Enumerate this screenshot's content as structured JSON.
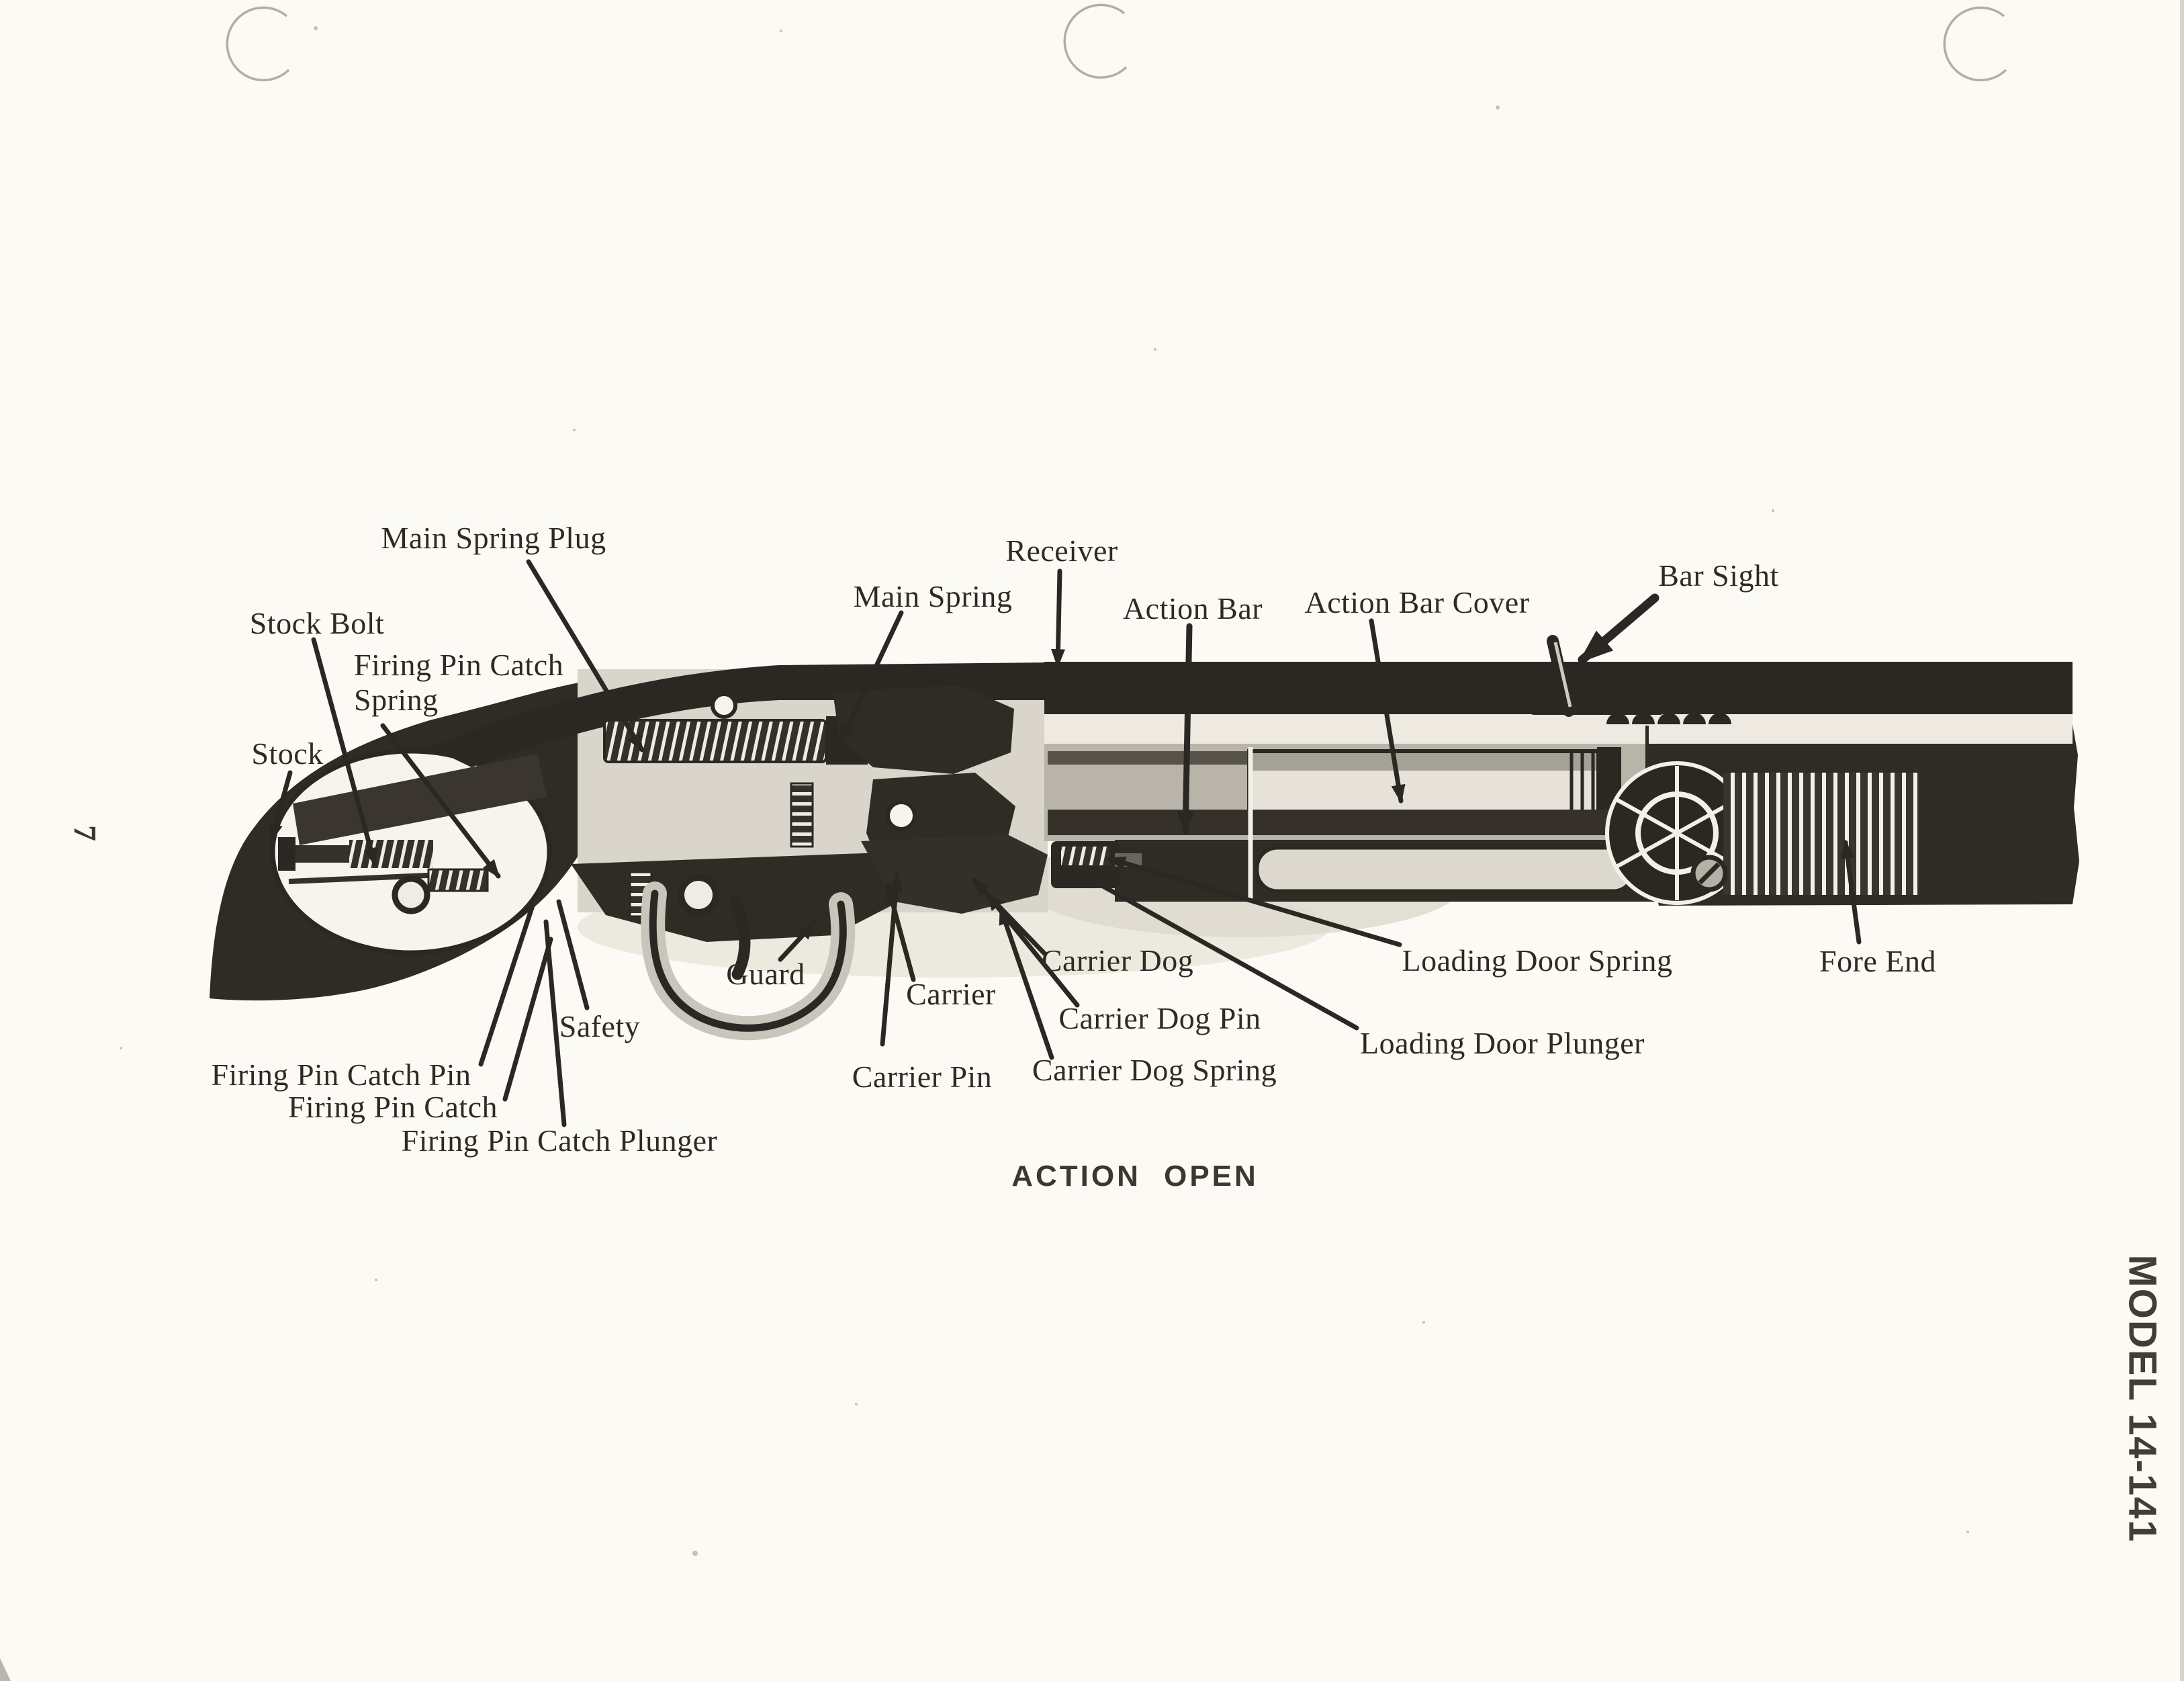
{
  "page": {
    "page_number": "7",
    "vertical_model_label": "MODEL 14-141",
    "caption": "ACTION OPEN",
    "paper_color": "#fbfaf5",
    "ink_color": "#2b2823"
  },
  "diagram": {
    "description": "Cutaway side view of rifle action, action open, with labeled parts",
    "part_labels": [
      {
        "id": "main-spring-plug",
        "text": "Main Spring Plug"
      },
      {
        "id": "receiver",
        "text": "Receiver"
      },
      {
        "id": "bar-sight",
        "text": "Bar Sight"
      },
      {
        "id": "stock-bolt",
        "text": "Stock Bolt"
      },
      {
        "id": "main-spring",
        "text": "Main Spring"
      },
      {
        "id": "action-bar",
        "text": "Action Bar"
      },
      {
        "id": "action-bar-cover",
        "text": "Action Bar Cover"
      },
      {
        "id": "firing-pin-catch-spring",
        "text": "Firing Pin Catch\nSpring"
      },
      {
        "id": "stock",
        "text": "Stock"
      },
      {
        "id": "guard",
        "text": "Guard"
      },
      {
        "id": "carrier",
        "text": "Carrier"
      },
      {
        "id": "carrier-dog",
        "text": "Carrier Dog"
      },
      {
        "id": "loading-door-spring",
        "text": "Loading Door Spring"
      },
      {
        "id": "fore-end",
        "text": "Fore End"
      },
      {
        "id": "safety",
        "text": "Safety"
      },
      {
        "id": "carrier-dog-pin",
        "text": "Carrier Dog Pin"
      },
      {
        "id": "firing-pin-catch-pin",
        "text": "Firing Pin Catch Pin"
      },
      {
        "id": "firing-pin-catch",
        "text": "Firing Pin Catch"
      },
      {
        "id": "carrier-pin",
        "text": "Carrier Pin"
      },
      {
        "id": "carrier-dog-spring",
        "text": "Carrier Dog Spring"
      },
      {
        "id": "loading-door-plunger",
        "text": "Loading Door Plunger"
      },
      {
        "id": "firing-pin-catch-plunger",
        "text": "Firing Pin Catch Plunger"
      }
    ]
  }
}
